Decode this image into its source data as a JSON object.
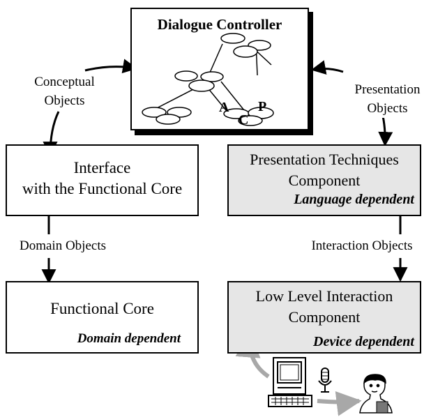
{
  "dialogue_controller": {
    "title": "Dialogue Controller",
    "node_labels": {
      "a": "A",
      "p": "P",
      "c": "C"
    }
  },
  "left": {
    "top_arrow_label": "Conceptual\nObjects",
    "interface_box": {
      "line1": "Interface",
      "line2": "with the Functional Core"
    },
    "mid_arrow_label": "Domain Objects",
    "functional_core_box": {
      "title": "Functional Core",
      "subtitle": "Domain dependent"
    }
  },
  "right": {
    "top_arrow_label": "Presentation\nObjects",
    "presentation_box": {
      "line1": "Presentation Techniques",
      "line2": "Component",
      "subtitle": "Language dependent"
    },
    "mid_arrow_label": "Interaction Objects",
    "low_level_box": {
      "line1": "Low Level Interaction",
      "line2": "Component",
      "subtitle": "Device dependent"
    }
  },
  "colors": {
    "shaded_box": "#e6e6e6",
    "gray_arrow": "#a8a8a8"
  },
  "icons": [
    "computer-icon",
    "microphone-icon",
    "user-icon"
  ]
}
